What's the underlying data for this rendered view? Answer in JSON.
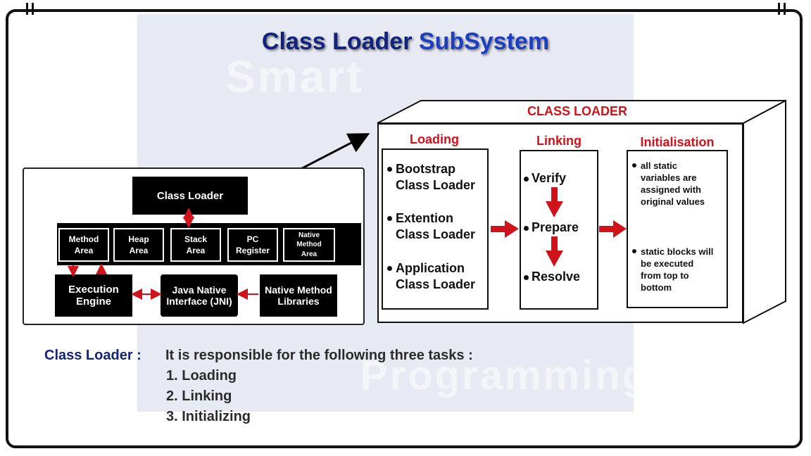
{
  "title": {
    "main": "Class Loader",
    "sub": "SubSystem"
  },
  "watermark": {
    "line1": "Smart",
    "line2": "Programming"
  },
  "jvm": {
    "class_loader": "Class Loader",
    "areas": [
      "Method\nArea",
      "Heap\nArea",
      "Stack\nArea",
      "PC\nRegister",
      "Native\nMethod\nArea"
    ],
    "execution_engine": "Execution\nEngine",
    "jni": "Java Native\nInterface (JNI)",
    "native_libraries": "Native Method\nLibraries"
  },
  "class_loader_box": {
    "title": "CLASS LOADER",
    "loading": {
      "heading": "Loading",
      "items": [
        "Bootstrap\nClass Loader",
        "Extention\nClass Loader",
        "Application\nClass Loader"
      ]
    },
    "linking": {
      "heading": "Linking",
      "items": [
        "Verify",
        "Prepare",
        "Resolve"
      ]
    },
    "initialisation": {
      "heading": "Initialisation",
      "items": [
        "all static\nvariables are\nassigned with\noriginal values",
        "static blocks will\nbe executed\nfrom top to\nbottom"
      ]
    }
  },
  "description": {
    "label": "Class Loader :",
    "text": "It is responsible for the following three tasks :",
    "tasks": [
      "1. Loading",
      "2. Linking",
      "3. Initializing"
    ]
  },
  "colors": {
    "title": "#13237b",
    "accent_red": "#d0131a",
    "label_blue": "#13237b"
  }
}
